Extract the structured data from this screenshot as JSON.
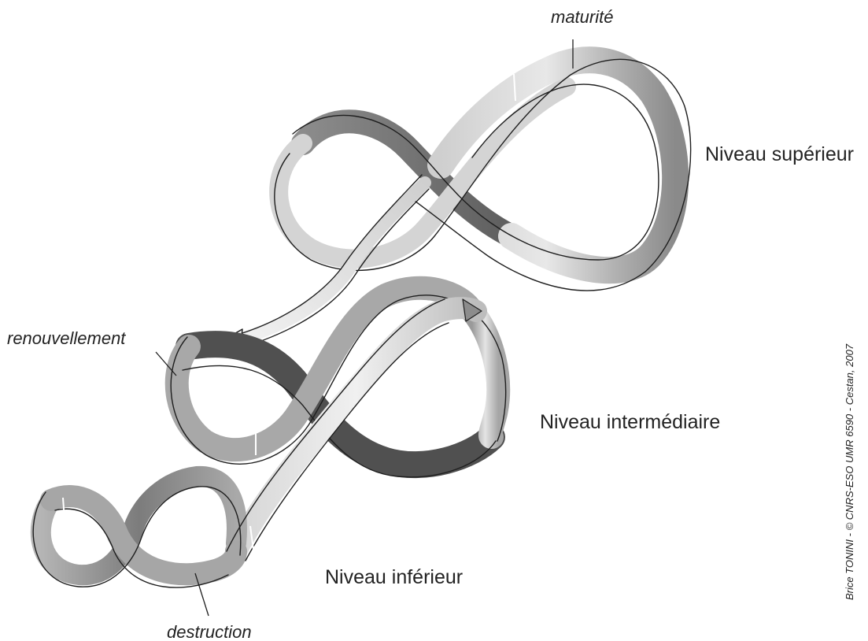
{
  "labels": {
    "maturity": "maturité",
    "renewal": "renouvellement",
    "destruction": "destruction",
    "upper_level": "Niveau supérieur",
    "middle_level": "Niveau intermédiaire",
    "lower_level": "Niveau inférieur",
    "credit": "Brice TONINI - © CNRS-ESO UMR 6590 - Cestan, 2007"
  },
  "colors": {
    "ribbon_light": "#e6e6e6",
    "ribbon_mid": "#b9b9b9",
    "ribbon_dark": "#7b7b7b",
    "ribbon_darkest": "#4e4e4e",
    "outline": "#1e1e1e"
  }
}
